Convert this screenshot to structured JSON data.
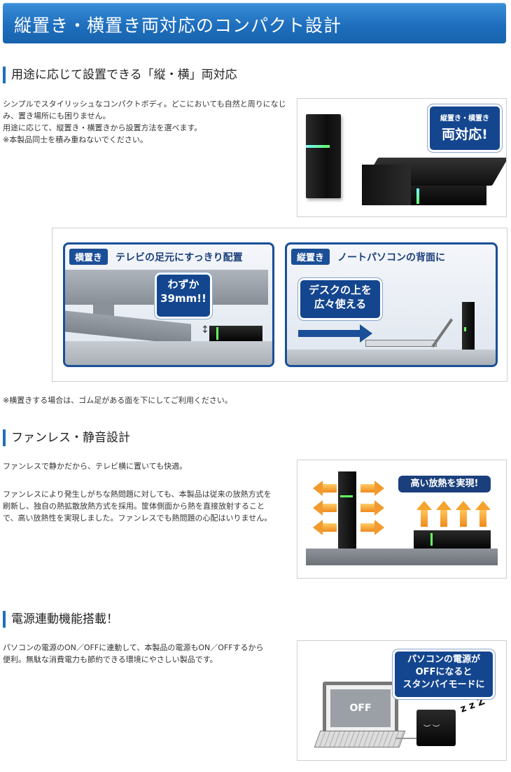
{
  "banner": {
    "title": "縦置き・横置き両対応のコンパクト設計"
  },
  "section1": {
    "heading": "用途に応じて設置できる「縦・横」両対応",
    "lines": [
      "シンプルでスタイリッシュなコンパクトボディ。どこにおいても自然と周りになじ",
      "み、置き場所にも困りません。",
      "用途に応じて、縦置き・横置きから設置方法を選べます。",
      "※本製品同士を積み重ねないでください。"
    ],
    "bubble_line1": "縦置き・横置き",
    "bubble_line2": "両対応!",
    "panel_horizontal": {
      "tag": "横置き",
      "title": "テレビの足元にすっきり配置",
      "callout_line1": "わずか",
      "callout_line2": "39mm!!"
    },
    "panel_vertical": {
      "tag": "縦置き",
      "title": "ノートパソコンの背面に",
      "callout_line1": "デスクの上を",
      "callout_line2": "広々使える"
    },
    "note": "※横置きする場合は、ゴム足がある面を下にしてご利用ください。"
  },
  "section2": {
    "heading": "ファンレス・静音設計",
    "para1": "ファンレスで静かだから、テレビ横に置いても快適。",
    "para2_lines": [
      "ファンレスにより発生しがちな熱問題に対しても、本製品は従来の放熱方式を",
      "刷新し、独自の熱拡散放熱方式を採用。筐体側面から熱を直接放射すること",
      "で、高い放熱性を実現しました。ファンレスでも熱問題の心配はいりません。"
    ],
    "pill": "高い放熱を実現!"
  },
  "section3": {
    "heading": "電源連動機能搭載！",
    "lines": [
      "パソコンの電源のON／OFFに連動して、本製品の電源もON／OFFするから",
      "便利。無駄な消費電力も節約できる環境にやさしい製品です。"
    ],
    "bubble_lines": [
      "パソコンの電源が",
      "OFFになると",
      "スタンバイモードに"
    ],
    "screen_text": "OFF",
    "zzz": "z z Z"
  }
}
